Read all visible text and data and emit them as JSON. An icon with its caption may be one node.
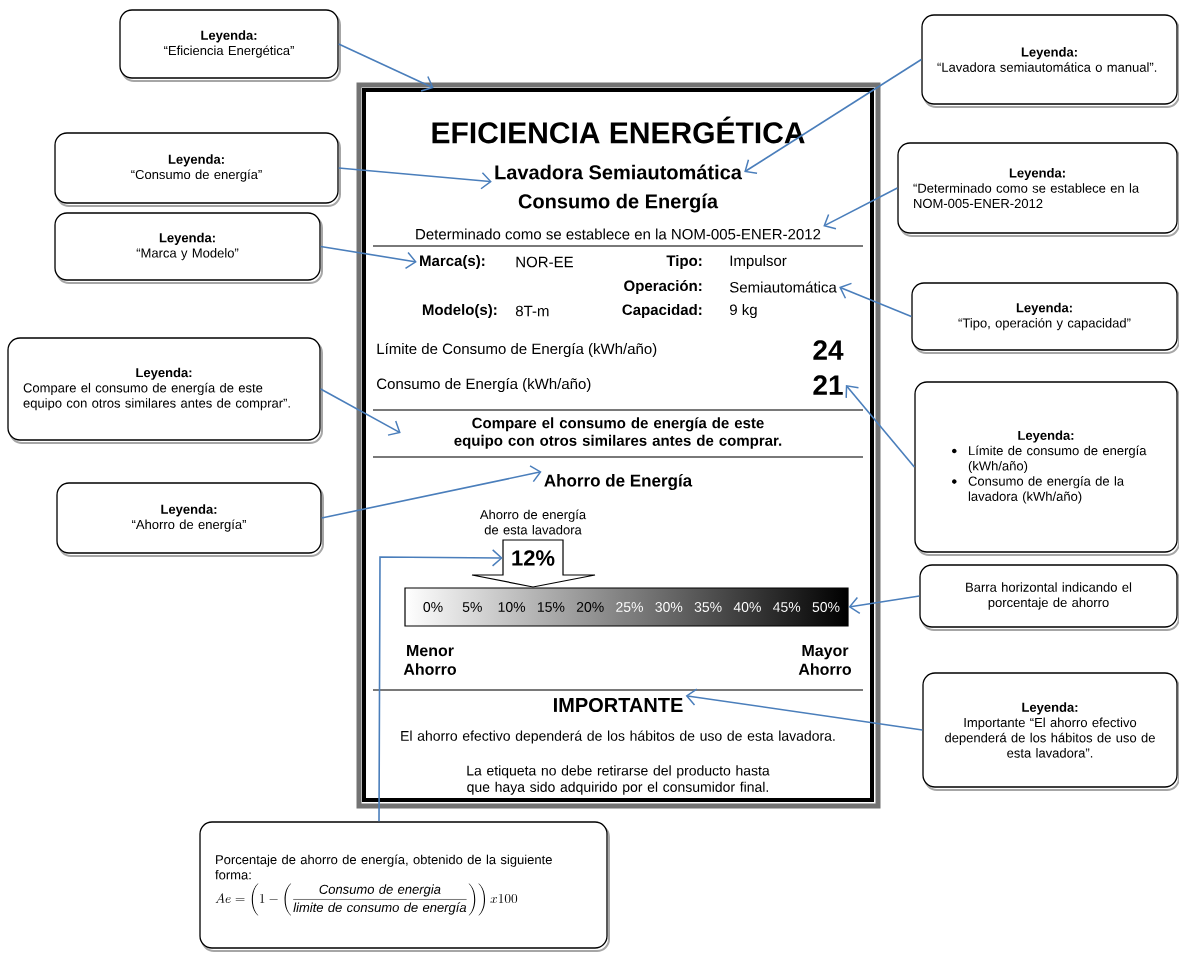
{
  "diagram": {
    "nodes": [
      {
        "text": [],
        "shape": "box"
      },
      {
        "text": [
          "EFICIENCIA ENERGÉTICA"
        ],
        "in": 0
      },
      {
        "text": [
          "Lavadora Semiautomática"
        ],
        "in": 0
      },
      {
        "text": [
          "Consumo de Energía"
        ],
        "in": 0
      },
      {
        "text": [
          "Determinado como se establece en la NOM-005-ENER-2012"
        ],
        "in": 0
      },
      {
        "text": [
          "Marca(s):"
        ],
        "in": 0
      },
      {
        "text": [
          "Semiautomática"
        ],
        "in": 0
      },
      {
        "text": [
          "21"
        ],
        "in": 0
      },
      {
        "text": [
          "Compare el consumo de energía de este equipo con otros similares antes de comprar."
        ],
        "in": 0
      },
      {
        "text": [
          "Ahorro de Energía"
        ],
        "in": 0
      },
      {
        "text": [
          "12%"
        ],
        "in": 0,
        "beside": [
          "Ahorro de energía de esta lavadora"
        ]
      },
      {
        "text": [
          "0%",
          "5%",
          "10%",
          "15%",
          "20%",
          "25%",
          "30%",
          "35%",
          "40%",
          "45%",
          "50%"
        ],
        "in": 0
      },
      {
        "text": [
          "IMPORTANTE"
        ],
        "in": 0
      },
      {
        "text": [
          "Leyenda:",
          "“Eficiencia Energética”"
        ]
      },
      {
        "text": [
          "Leyenda:",
          "“Lavadora semiautomática o manual”."
        ]
      },
      {
        "text": [
          "Leyenda:",
          "“Consumo de energía”"
        ]
      },
      {
        "text": [
          "Leyenda:",
          "“Determinado como se establece en la NOM-005-ENER-2012"
        ]
      },
      {
        "text": [
          "Leyenda:",
          "“Marca y Modelo”"
        ]
      },
      {
        "text": [
          "Leyenda:",
          "“Tipo, operación y capacidad”"
        ]
      },
      {
        "text": [
          "Leyenda:",
          "Compare el consumo de energía de este equipo con otros similares antes de comprar”."
        ]
      },
      {
        "text": [
          "Leyenda:",
          "Límite de consumo de energía (kWh/año)",
          "Consumo de energía de la lavadora (kWh/año)"
        ]
      },
      {
        "text": [
          "Leyenda:",
          "“Ahorro de energía”"
        ]
      },
      {
        "text": [
          "Barra horizontal indicando el porcentaje de ahorro"
        ]
      },
      {
        "text": [
          "Leyenda:",
          "Importante “El ahorro efectivo dependerá de los hábitos de uso de esta lavadora”."
        ]
      },
      {
        "text": [
          "Porcentaje de ahorro de energía, obtenido de la siguiente forma:",
          "Ae=\\left(1-\\left(\\frac{\\textit{Consumo de energia}}{\\textit{limite de consumo de energía}}\\right)\\right)x100"
        ]
      }
    ],
    "edges": [
      {
        "from": 13,
        "to": 0,
        "arrow": "to"
      },
      {
        "from": 14,
        "to": 2,
        "arrow": "to"
      },
      {
        "from": 15,
        "to": 2,
        "arrow": "to"
      },
      {
        "from": 16,
        "to": 4,
        "arrow": "to"
      },
      {
        "from": 17,
        "to": 5,
        "arrow": "to"
      },
      {
        "from": 18,
        "to": 6,
        "arrow": "to"
      },
      {
        "from": 19,
        "to": 8,
        "arrow": "to"
      },
      {
        "from": 20,
        "to": 7,
        "arrow": "to"
      },
      {
        "from": 21,
        "to": 9,
        "arrow": "to"
      },
      {
        "from": 22,
        "to": 11,
        "arrow": "to"
      },
      {
        "from": 23,
        "to": 12,
        "arrow": "to"
      },
      {
        "from": 24,
        "to": 10,
        "arrow": "to"
      }
    ],
    "labels": [
      "NOR-EE",
      "Tipo:",
      "Impulsor",
      "Operación:",
      "Modelo(s):",
      "8T-m",
      "Capacidad:",
      "9 kg",
      "Límite de Consumo de Energía (kWh/año)",
      "24",
      "Consumo de Energía (kWh/año)",
      "Menor Ahorro",
      "Mayor Ahorro",
      "El ahorro efectivo dependerá de los hábitos de uso de esta lavadora.",
      "La etiqueta no debe retirarse del producto hasta que haya sido adquirido por el consumidor final."
    ]
  }
}
